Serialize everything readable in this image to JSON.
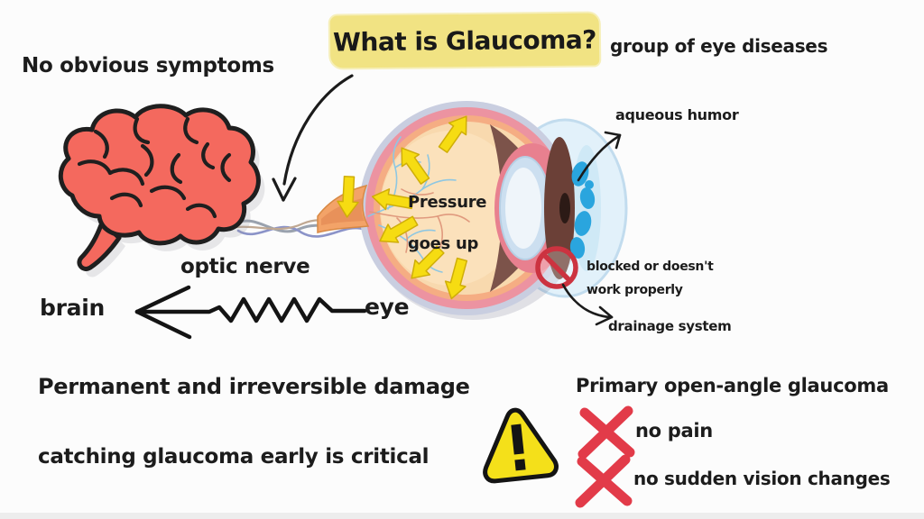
{
  "title": {
    "text": "What is Glaucoma?"
  },
  "annotations": {
    "group_of_eye_diseases": "group of eye diseases",
    "no_obvious_symptoms": "No obvious symptoms",
    "aqueous_humor": "aqueous humor",
    "blocked": {
      "line1": "blocked or doesn't",
      "line2": "work properly"
    },
    "drainage_system": "drainage system",
    "pressure": {
      "line1": "Pressure",
      "line2": "goes up"
    }
  },
  "pathway": {
    "optic_nerve_label": "optic nerve",
    "brain_label": "brain",
    "eye_label": "eye"
  },
  "facts": {
    "permanent_damage": "Permanent and irreversible damage",
    "catching_early": "catching glaucoma early is critical"
  },
  "poag": {
    "heading": "Primary open-angle glaucoma",
    "items": [
      {
        "label": "no pain"
      },
      {
        "label": "no sudden vision changes"
      }
    ]
  },
  "colors": {
    "highlight_yellow": "#f1e383",
    "arrow_yellow": "#f6dc12",
    "warning_yellow": "#f4e01a",
    "brain_red": "#f4695e",
    "cross_red": "#e23b49",
    "no_entry_red": "#cc3340",
    "sclera_gray": "#c9cee0",
    "ring_pink": "#ec93a1",
    "interior_beige": "#f8d9ae",
    "choroid_brown": "#7c534a",
    "iris_brown": "#6b4037",
    "lens_blue": "#ccdff0",
    "aqueous_blue": "#2aa5de",
    "optic_nerve_orange": "#f3a368",
    "ink": "#1c1c1c"
  }
}
